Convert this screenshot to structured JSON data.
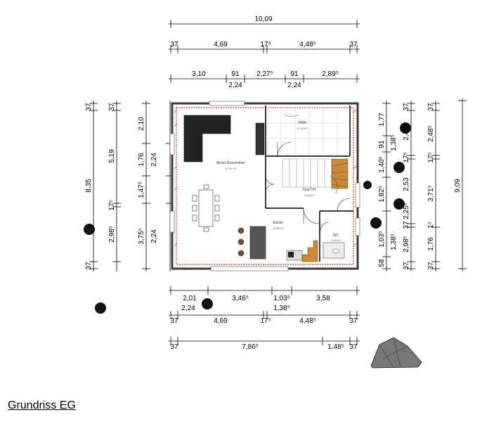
{
  "caption": "Grundriss EG",
  "dims": {
    "top_total": "10,09",
    "top_r2": [
      "37",
      "4,69",
      "17⁵",
      "4,48⁵",
      "37"
    ],
    "top_r3": [
      "3,10",
      "91",
      "2,27⁵",
      "91",
      "2,89⁵"
    ],
    "top_r3b": [
      "2,24",
      "2,24"
    ],
    "left_outer": [
      "37",
      "8,35",
      "37"
    ],
    "left_mid": [
      "37",
      "5,19",
      "17⁵",
      "2,98⁵"
    ],
    "left_inner": [
      "2,10",
      "1,76",
      "1,47⁵",
      "3,75⁵"
    ],
    "left_inner2": [
      "2,24",
      "2,24"
    ],
    "right_inner": [
      "1,77",
      "91",
      "1,40⁵",
      "1,82⁵",
      "1,03⁵",
      "58"
    ],
    "right_inner_b": [
      "1,38⁵",
      "1,38⁵"
    ],
    "right_mid": [
      "37",
      "2,48⁵",
      "2,53",
      "2,25⁵",
      "37",
      "2,98⁵",
      "37"
    ],
    "right_mid_b": [
      "17⁵",
      "1⁵"
    ],
    "right_outer": [
      "37",
      "2,48⁵",
      "17⁵",
      "3,71⁵",
      "1,76",
      "37"
    ],
    "right_total": "9,09",
    "bottom_r1": [
      "2,01",
      "3,46⁵",
      "1,03⁵",
      "3,58"
    ],
    "bottom_r1b": [
      "2,24",
      "1,38⁵"
    ],
    "bottom_r2": [
      "37",
      "4,69",
      "17⁵",
      "4,48⁵",
      "37"
    ],
    "bottom_r3": [
      "37",
      "7,86⁵",
      "1,48⁵",
      "37"
    ]
  },
  "rooms": {
    "hwr": "HWR",
    "hwr_area": "11,10 m²",
    "wohn": "Wohn-/Esszimmer",
    "wohn_area": "37,70 m²",
    "flur": "Flur/TrH",
    "flur_area": "9,84 m²",
    "kueche": "Küche",
    "kueche_area": "11,65 m²",
    "wc": "WC",
    "wc_area": "2,93 m²"
  },
  "colors": {
    "wall": "#3a3a3a",
    "insulation": "#e03030",
    "stair": "#c98a3a",
    "sofa": "#222222",
    "line": "#000000"
  }
}
